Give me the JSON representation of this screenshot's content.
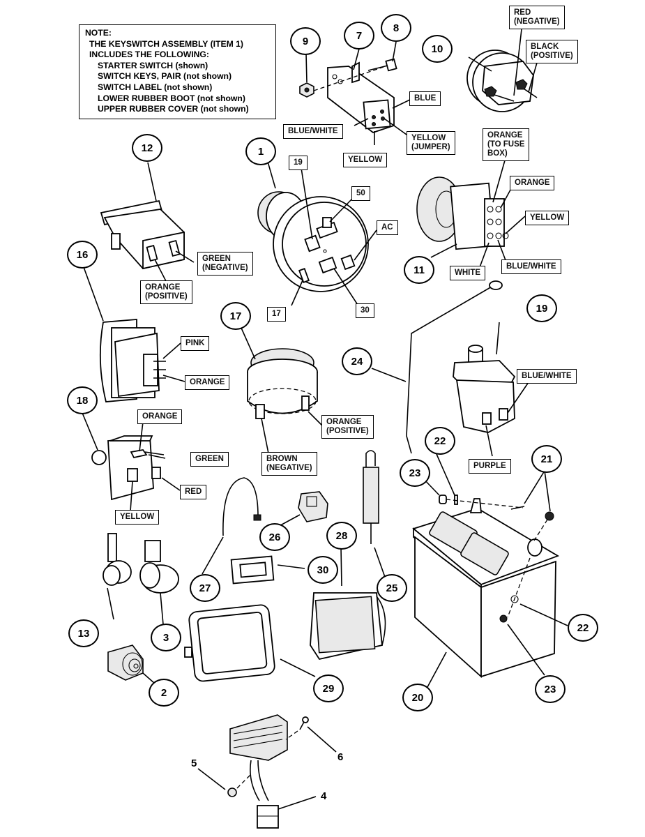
{
  "note": {
    "lines": [
      "NOTE:",
      "THE KEYSWITCH ASSEMBLY (ITEM 1)",
      "INCLUDES THE FOLLOWING:",
      "STARTER SWITCH (shown)",
      "SWITCH KEYS, PAIR (not shown)",
      "SWITCH LABEL (not shown)",
      "LOWER RUBBER BOOT (not shown)",
      "UPPER RUBBER COVER (not shown)"
    ]
  },
  "callouts": {
    "c1": "1",
    "c2": "2",
    "c3": "3",
    "c4": "4",
    "c5": "5",
    "c6": "6",
    "c7": "7",
    "c8": "8",
    "c9": "9",
    "c10": "10",
    "c11": "11",
    "c12": "12",
    "c13": "13",
    "c16": "16",
    "c17": "17",
    "c18": "18",
    "c19": "19",
    "c20": "20",
    "c21": "21",
    "c22a": "22",
    "c22b": "22",
    "c23a": "23",
    "c23b": "23",
    "c24": "24",
    "c25": "25",
    "c26": "26",
    "c27": "27",
    "c28": "28",
    "c29": "29",
    "c30": "30"
  },
  "wire_labels": {
    "item7_blue": "BLUE",
    "item7_blue_white": "BLUE/WHITE",
    "item7_yellow_jumper": "YELLOW\n(JUMPER)",
    "item7_yellow": "YELLOW",
    "item10_red": "RED\n(NEGATIVE)",
    "item10_black": "BLACK\n(POSITIVE)",
    "item11_orange_fuse": "ORANGE\n(TO FUSE\nBOX)",
    "item11_orange": "ORANGE",
    "item11_yellow": "YELLOW",
    "item11_blue_white": "BLUE/WHITE",
    "item11_white": "WHITE",
    "item1_terminal_19": "19",
    "item1_terminal_50": "50",
    "item1_terminal_ac": "AC",
    "item1_terminal_30": "30",
    "item1_terminal_17": "17",
    "item12_green": "GREEN\n(NEGATIVE)",
    "item12_orange": "ORANGE\n(POSITIVE)",
    "item16_pink": "PINK",
    "item16_orange": "ORANGE",
    "item17_orange": "ORANGE\n(POSITIVE)",
    "item17_brown": "BROWN\n(NEGATIVE)",
    "item18_orange": "ORANGE",
    "item18_green": "GREEN",
    "item18_red": "RED",
    "item18_yellow": "YELLOW",
    "item19_blue_white": "BLUE/WHITE",
    "item19_purple": "PURPLE"
  }
}
